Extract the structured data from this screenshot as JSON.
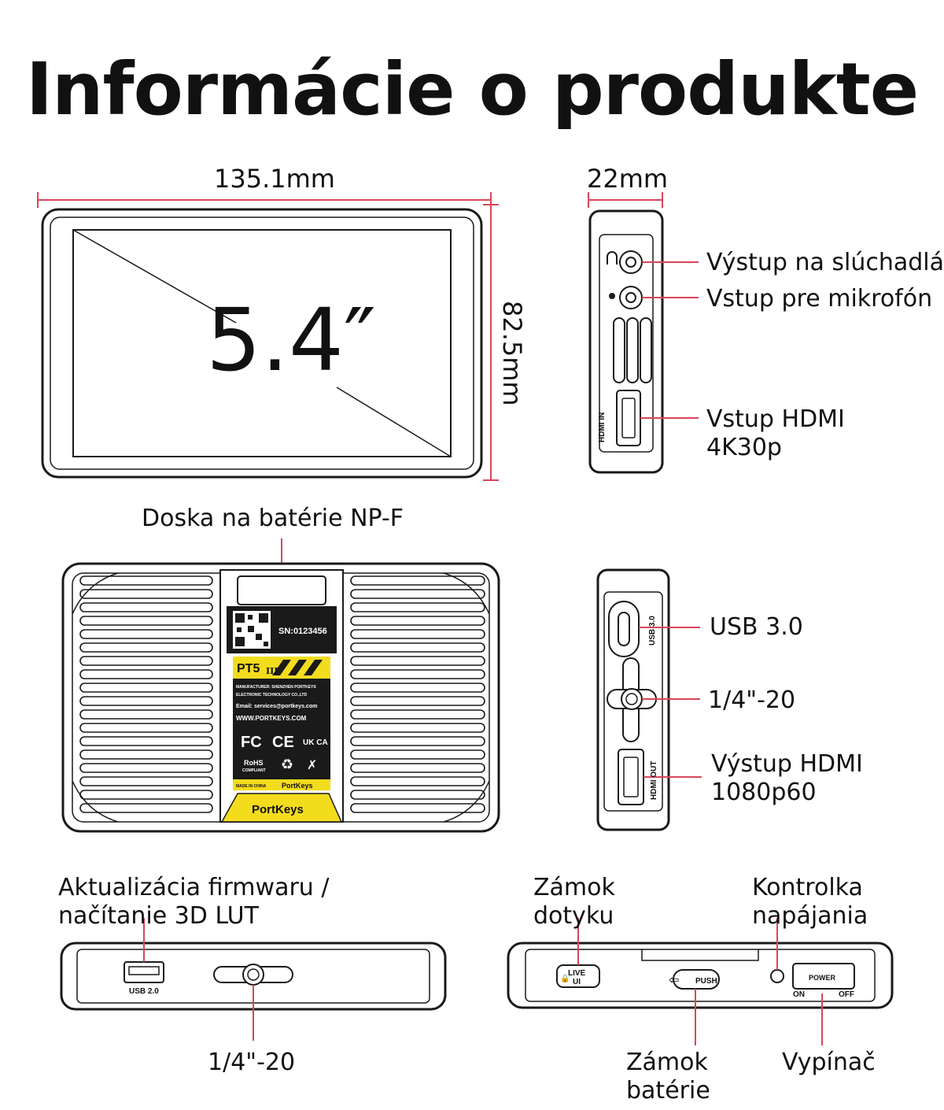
{
  "title": "Informácie o produkte",
  "dimensions": {
    "width": "135.1mm",
    "height": "82.5mm",
    "depth": "22mm",
    "screen_size": "5.4″"
  },
  "right_side": {
    "headphone_out": "Výstup na slúchadlá",
    "mic_in": "Vstup pre mikrofón",
    "hdmi_in_line1": "Vstup HDMI",
    "hdmi_in_line2": "4K30p",
    "hdmi_in_port": "HDMI IN"
  },
  "back": {
    "battery_plate": "Doska na batérie NP-F",
    "serial": "SN:0123456",
    "model": "PT5",
    "model_suffix": "III",
    "manufacturer_line1": "MANUFACTURER: SHENZHEN PORTKEYS",
    "manufacturer_line2": "ELECTRONIC TECHNOLOGY CO.,LTD",
    "email": "Email: services@portkeys.com",
    "website": "WWW.PORTKEYS.COM",
    "cert_fc": "FC",
    "cert_ce": "CE",
    "cert_ukca": "UK CA",
    "rohs": "RoHS",
    "rohs_sub": "COMPLIANT",
    "made_in": "MADE IN CHINA",
    "brand": "PortKeys"
  },
  "left_side": {
    "usb3": "USB 3.0",
    "usb3_port": "USB 3.0",
    "mount": "1/4\"-20",
    "hdmi_out_line1": "Výstup HDMI",
    "hdmi_out_line2": "1080p60",
    "hdmi_out_port": "HDMI OUT"
  },
  "bottom": {
    "firmware_line1": "Aktualizácia firmwaru /",
    "firmware_line2": "načítanie 3D LUT",
    "usb2_port": "USB 2.0",
    "mount": "1/4\"-20"
  },
  "top": {
    "touch_lock_line1": "Zámok",
    "touch_lock_line2": "dotyku",
    "power_led_line1": "Kontrolka",
    "power_led_line2": "napájania",
    "battery_lock_line1": "Zámok",
    "battery_lock_line2": "batérie",
    "power_switch": "Vypínač",
    "live_ui_1": "LIVE",
    "live_ui_2": "UI",
    "push": "PUSH",
    "power": "POWER",
    "on": "ON",
    "off": "OFF"
  },
  "colors": {
    "dimension_line": "#d9465a",
    "label_yellow": "#f3dc1e",
    "outline": "#1a1a1a"
  }
}
